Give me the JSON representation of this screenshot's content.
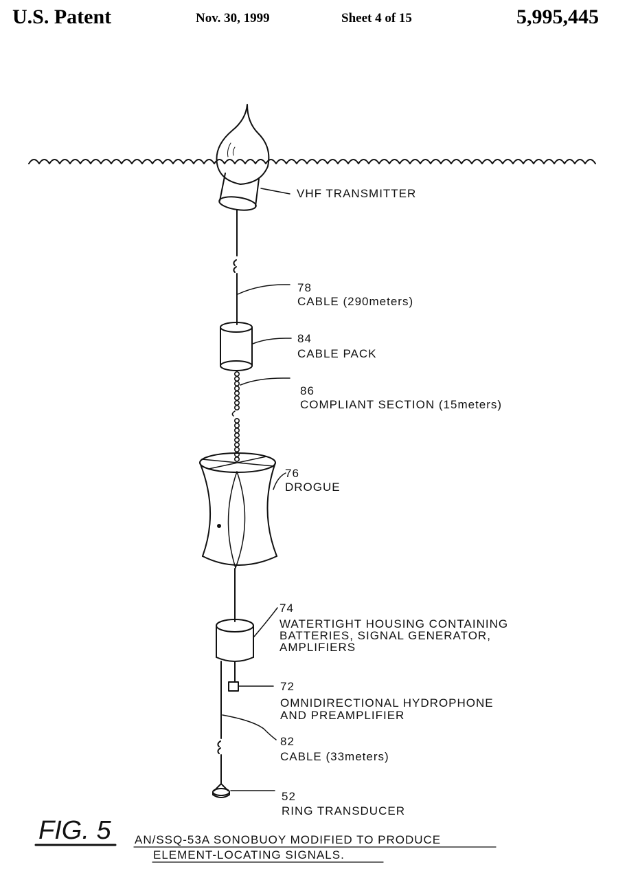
{
  "header": {
    "office": "U.S. Patent",
    "date": "Nov. 30, 1999",
    "sheet": "Sheet 4 of 15",
    "patent_number": "5,995,445"
  },
  "components": {
    "transmitter": {
      "label": "VHF TRANSMITTER"
    },
    "cable_upper": {
      "number": "78",
      "label": "CABLE (290meters)"
    },
    "cable_pack": {
      "number": "84",
      "label": "CABLE PACK"
    },
    "compliant": {
      "number": "86",
      "label": "COMPLIANT SECTION (15meters)"
    },
    "drogue": {
      "number": "76",
      "label": "DROGUE"
    },
    "housing": {
      "number": "74",
      "label_lines": [
        "WATERTIGHT HOUSING CONTAINING",
        "BATTERIES, SIGNAL GENERATOR,",
        "AMPLIFIERS"
      ]
    },
    "hydrophone": {
      "number": "72",
      "label_lines": [
        "OMNIDIRECTIONAL HYDROPHONE",
        "AND PREAMPLIFIER"
      ]
    },
    "cable_lower": {
      "number": "82",
      "label": "CABLE (33meters)"
    },
    "transducer": {
      "number": "52",
      "label": "RING TRANSDUCER"
    }
  },
  "figure": {
    "label": "FIG. 5",
    "caption_lines": [
      "AN/SSQ-53A SONOBUOY MODIFIED TO PRODUCE",
      "ELEMENT-LOCATING SIGNALS."
    ]
  }
}
